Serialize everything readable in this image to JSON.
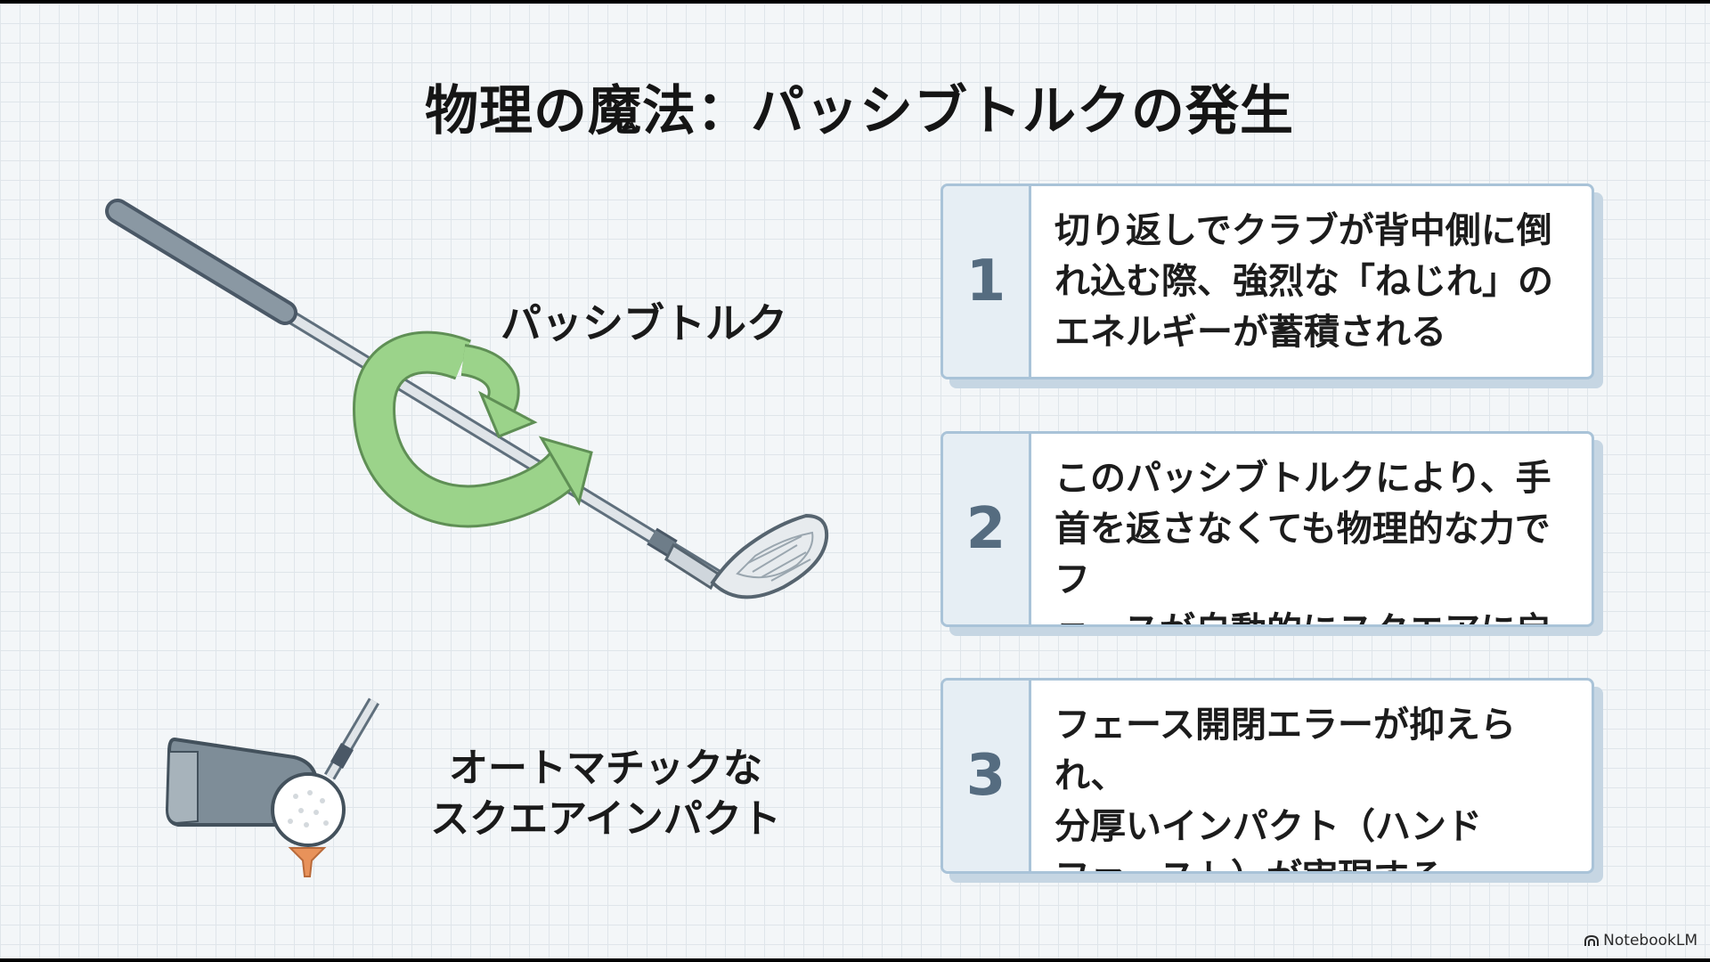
{
  "slide": {
    "title": "物理の魔法：パッシブトルクの発生"
  },
  "labels": {
    "torque": "パッシブトルク",
    "impact": "オートマチックな\nスクエアインパクト"
  },
  "cards": [
    {
      "number": "1",
      "text": "切り返しでクラブが背中側に倒\nれ込む際、強烈な「ねじれ」の\nエネルギーが蓄積される"
    },
    {
      "number": "2",
      "text": "このパッシブトルクにより、手\n首を返さなくても物理的な力でフ\nェースが自動的にスクエアに戻る"
    },
    {
      "number": "3",
      "text": "フェース開閉エラーが抑えられ、\n分厚いインパクト（ハンド\nファースト）が実現する"
    }
  ],
  "brand": {
    "name": "NotebookLM",
    "icon": "notebooklm-logo-icon"
  },
  "colors": {
    "accent_green": "#93cf83",
    "card_border": "#a9c3d8",
    "number_panel": "#e6eef4",
    "tee_orange": "#e8925a"
  }
}
